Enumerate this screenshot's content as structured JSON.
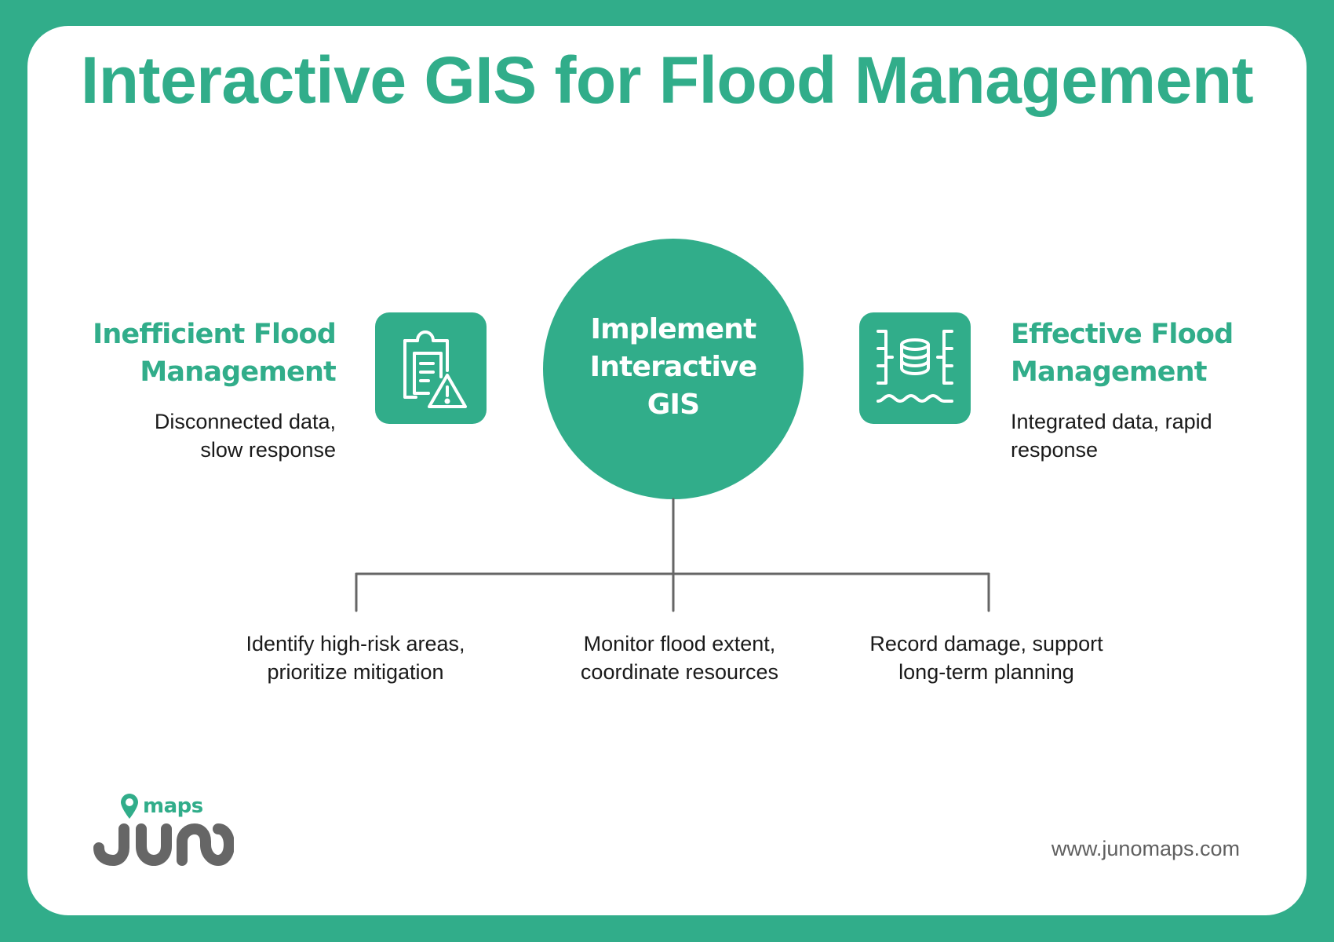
{
  "title": "Interactive GIS for Flood Management",
  "colors": {
    "brand_green": "#31AD8A",
    "text_dark": "#1a1a1a",
    "connector_gray": "#666666",
    "logo_gray": "#666666",
    "url_gray": "#5f5f5f",
    "background": "#ffffff"
  },
  "left_state": {
    "heading_lines": [
      "Inefficient Flood",
      "Management"
    ],
    "description_lines": [
      "Disconnected data,",
      "slow response"
    ],
    "icon": "clipboard-warning-icon"
  },
  "center": {
    "lines": [
      "Implement",
      "Interactive",
      "GIS"
    ]
  },
  "right_state": {
    "heading_lines": [
      "Effective Flood",
      "Management"
    ],
    "description_lines": [
      "Integrated data, rapid",
      "response"
    ],
    "icon": "database-water-level-icon"
  },
  "outcomes": [
    {
      "lines": [
        "Identify high-risk areas,",
        "prioritize mitigation"
      ]
    },
    {
      "lines": [
        "Monitor flood extent,",
        "coordinate resources"
      ]
    },
    {
      "lines": [
        "Record damage, support",
        "long-term planning"
      ]
    }
  ],
  "footer": {
    "logo": {
      "small_text": "maps",
      "wordmark": "juno"
    },
    "url": "www.junomaps.com"
  }
}
